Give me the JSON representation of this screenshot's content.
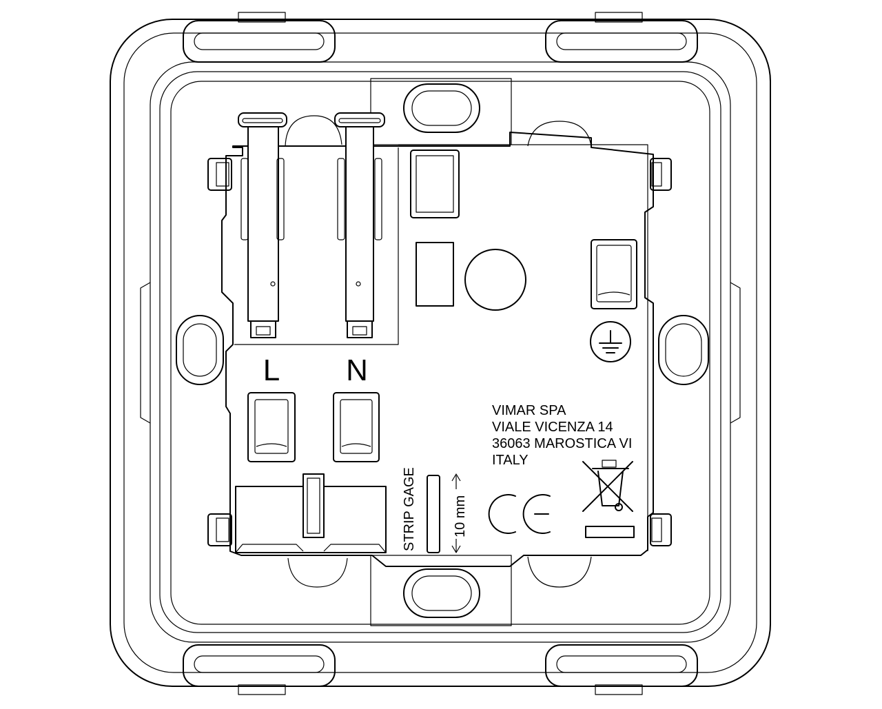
{
  "terminals": {
    "live_label": "L",
    "neutral_label": "N"
  },
  "strip_gage": {
    "label": "STRIP GAGE",
    "length": "10 mm"
  },
  "manufacturer": {
    "line1": "VIMAR SPA",
    "line2": "VIALE VICENZA 14",
    "line3": "36063 MAROSTICA VI",
    "line4": "ITALY"
  },
  "marks": {
    "ce": "CE",
    "earth_symbol": "earth-icon",
    "weee_symbol": "crossed-bin-icon"
  },
  "colors": {
    "line": "#000000",
    "background": "#ffffff"
  }
}
